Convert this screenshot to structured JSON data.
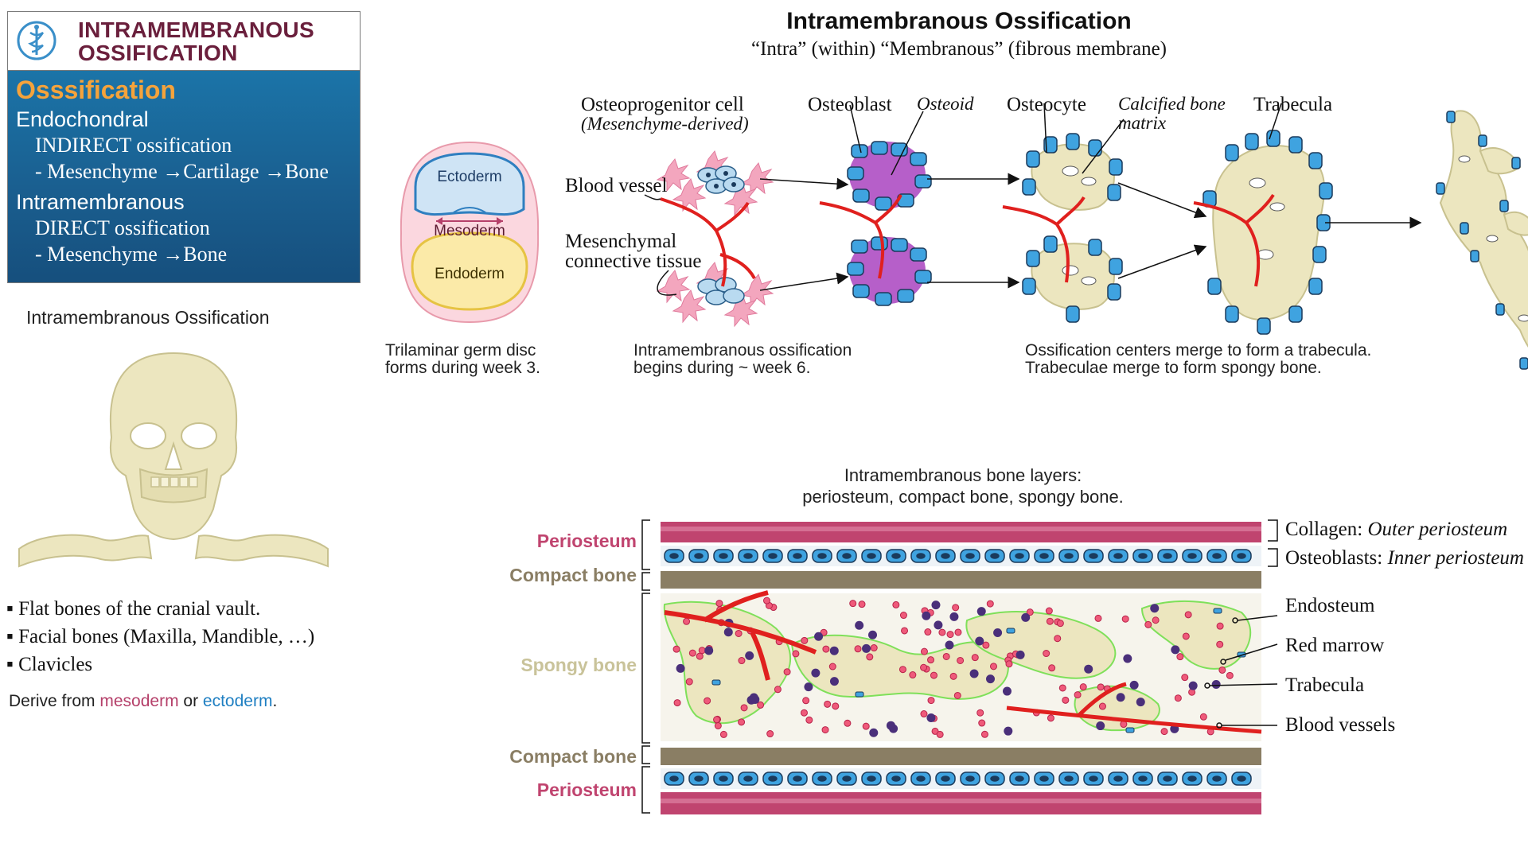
{
  "card": {
    "title_line1": "INTRAMEMBRANOUS",
    "title_line2": "OSSIFICATION",
    "section_heading": "Osssification",
    "endo_label": "Endochondral",
    "endo_type": "INDIRECT ossification",
    "endo_seq": "- Mesenchyme →Cartilage →Bone",
    "intra_label": "Intramembranous",
    "intra_type": "DIRECT ossification",
    "intra_seq": "- Mesenchyme →Bone"
  },
  "left": {
    "subtitle": "Intramembranous Ossification",
    "bullets": [
      "▪ Flat bones of the cranial vault.",
      "▪ Facial bones (Maxilla, Mandible, …)",
      "▪ Clavicles"
    ],
    "derive_prefix": "Derive from ",
    "derive_meso": "mesoderm",
    "derive_or": " or ",
    "derive_ecto": "ectoderm",
    "derive_end": "."
  },
  "main": {
    "title": "Intramembranous Ossification",
    "subtitle": "“Intra” (within) “Membranous” (fibrous membrane)"
  },
  "germ_disc": {
    "ectoderm": "Ectoderm",
    "mesoderm": "Mesoderm",
    "endoderm": "Endoderm",
    "caption1": "Trilaminar germ disc",
    "caption2": "forms during week 3."
  },
  "stages": {
    "osteoprogenitor": "Osteoprogenitor cell",
    "mesenchyme_derived": "(Mesenchyme-derived)",
    "blood_vessel": "Blood vessel",
    "mesenchymal1": "Mesenchymal",
    "mesenchymal2": "connective tissue",
    "osteoblast": "Osteoblast",
    "osteoid": "Osteoid",
    "osteocyte": "Osteocyte",
    "calcified1": "Calcified bone",
    "calcified2": "matrix",
    "trabecula": "Trabecula",
    "caption_begin1": "Intramembranous ossification",
    "caption_begin2": "begins during ~ week 6.",
    "caption_merge1": "Ossification centers merge to form a trabecula.",
    "caption_merge2": "Trabeculae merge to form spongy bone."
  },
  "layers": {
    "title1": "Intramembranous bone layers:",
    "title2": "periosteum, compact bone, spongy bone.",
    "periosteum": "Periosteum",
    "compact": "Compact bone",
    "spongy": "Spongy bone",
    "collagen": "Collagen: ",
    "outer": "Outer periosteum",
    "osteoblasts": "Osteoblasts: ",
    "inner": "Inner periosteum",
    "endosteum": "Endosteum",
    "red_marrow": "Red marrow",
    "trabecula": "Trabecula",
    "blood_vessels": "Blood vessels"
  },
  "colors": {
    "card_blue": "#1a5f90",
    "title_maroon": "#6a1f3c",
    "orange": "#f5a33b",
    "periosteum": "#c0446f",
    "compact": "#8a7e64",
    "spongy": "#c9c39a",
    "mesoderm": "#b5406a",
    "ectoderm": "#1f7fc2",
    "bone": "#ece6bf",
    "vessel": "#e0201e"
  }
}
